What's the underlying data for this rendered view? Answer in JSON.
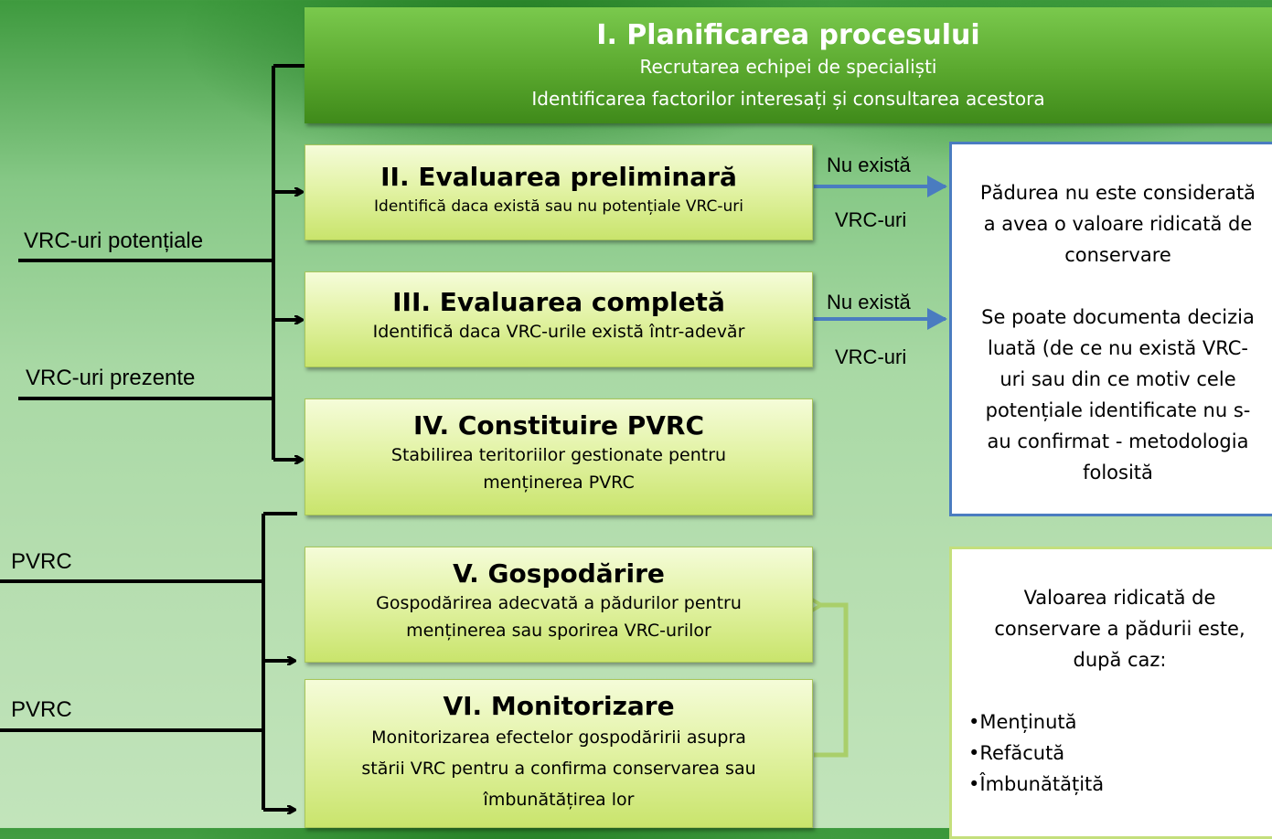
{
  "stages": [
    {
      "title": "I. Planificarea procesului",
      "desc": [
        "Recrutarea echipei de specialiști",
        "Identificarea factorilor  interesați și consultarea acestora"
      ]
    },
    {
      "title": "II. Evaluarea preliminară",
      "desc": [
        "Identifică daca există sau nu potențiale VRC-uri"
      ]
    },
    {
      "title": "III. Evaluarea completă",
      "desc": [
        "Identifică daca VRC-urile există într-adevăr"
      ]
    },
    {
      "title": "IV. Constituire PVRC",
      "desc": [
        "Stabilirea  teritoriilor gestionate pentru",
        "menținerea PVRC"
      ]
    },
    {
      "title": "V. Gospodărire",
      "desc": [
        "Gospodărirea adecvată a pădurilor pentru",
        "menținerea sau sporirea VRC-urilor"
      ]
    },
    {
      "title": "VI. Monitorizare",
      "desc": [
        "Monitorizarea efectelor gospodăririi asupra",
        "stării VRC pentru a confirma conservarea sau",
        "îmbunătățirea lor"
      ]
    }
  ],
  "side_labels": {
    "potential": "VRC-uri potențiale",
    "present": "VRC-uri prezente",
    "pvrc_1": "PVRC",
    "pvrc_2": "PVRC"
  },
  "arrow_labels": {
    "a_top": "Nu există",
    "a_bottom": "VRC-uri",
    "b_top": "Nu există",
    "b_bottom": "VRC-uri"
  },
  "results": {
    "no_vrc": {
      "lines": [
        "Pădurea nu este considerată",
        "a avea o valoare ridicată de",
        "conservare"
      ],
      "lines2": [
        "Se poate documenta decizia",
        "luată (de ce nu există VRC-",
        "uri sau din ce motiv cele",
        "potențiale identificate nu s-",
        "au confirmat - metodologia",
        "folosită"
      ]
    },
    "vrc": {
      "lines": [
        "Valoarea ridicată de",
        "conservare a pădurii este,",
        "după caz:"
      ],
      "bullets": [
        "•Menținută",
        "•Refăcută",
        "•Îmbunătățită"
      ]
    }
  },
  "colors": {
    "arrow_blue": "#4a7cc0",
    "feedback_green": "#a9cf6a",
    "bracket": "#000000"
  }
}
